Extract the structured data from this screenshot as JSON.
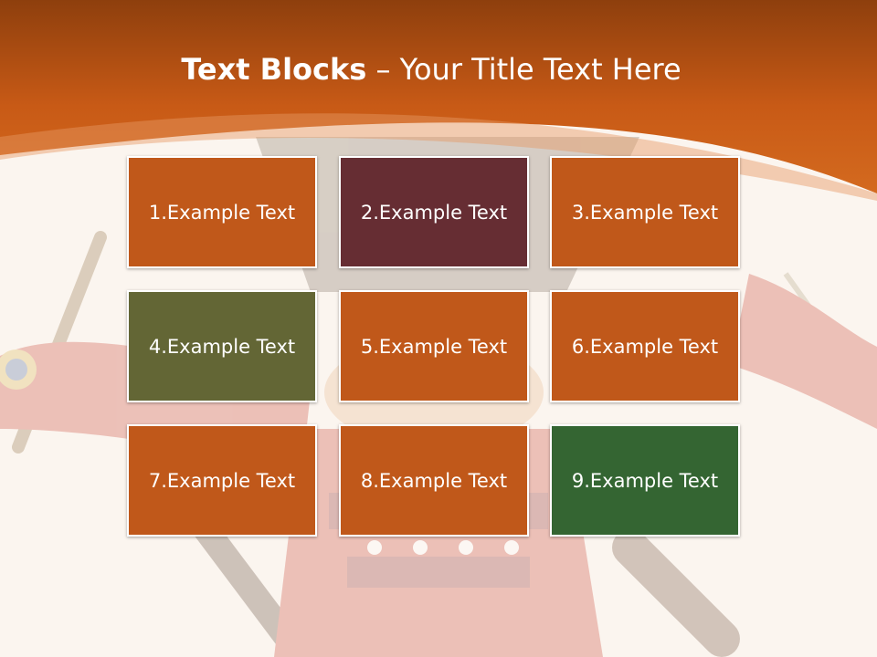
{
  "slide": {
    "title_bold": "Text Blocks",
    "title_rest": " – Your Title Text Here"
  },
  "blocks": [
    {
      "label": "1.Example Text",
      "color": "#c0581a"
    },
    {
      "label": "2.Example Text",
      "color": "#662d33"
    },
    {
      "label": "3.Example Text",
      "color": "#c0581a"
    },
    {
      "label": "4.Example Text",
      "color": "#636635"
    },
    {
      "label": "5.Example Text",
      "color": "#c0581a"
    },
    {
      "label": "6.Example Text",
      "color": "#c0581a"
    },
    {
      "label": "7.Example Text",
      "color": "#c0581a"
    },
    {
      "label": "8.Example Text",
      "color": "#c0581a"
    },
    {
      "label": "9.Example Text",
      "color": "#346532"
    }
  ],
  "colors": {
    "header_dark": "#8e3f0d",
    "header_light": "#d46a1f",
    "background": "#fbf5ef"
  }
}
